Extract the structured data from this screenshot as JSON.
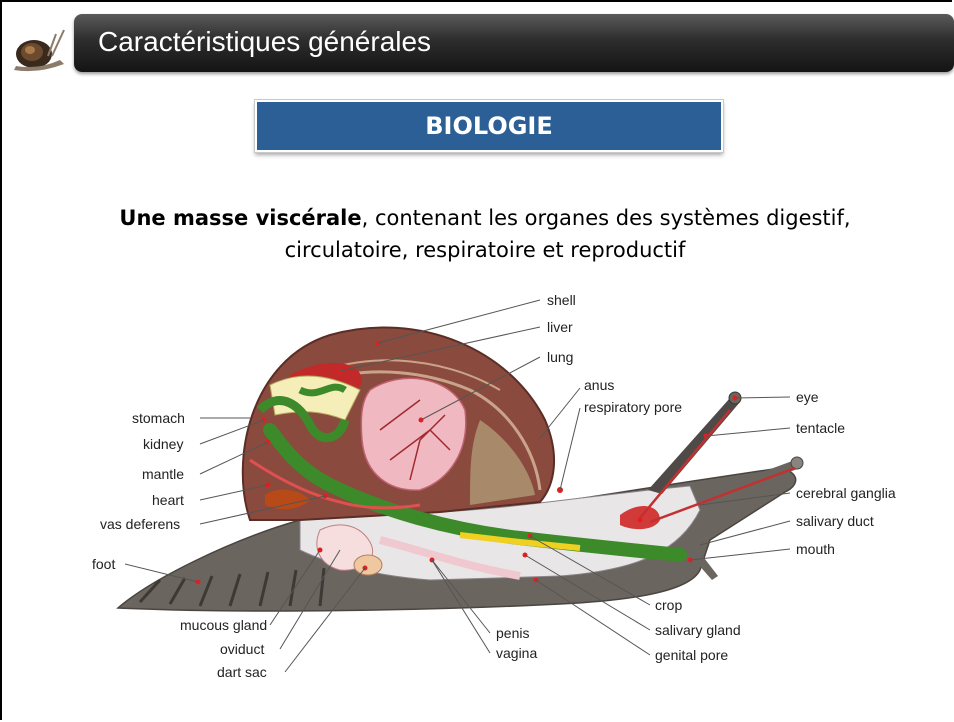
{
  "header": {
    "title": "Caractéristiques générales"
  },
  "section": {
    "title": "BIOLOGIE"
  },
  "intro": {
    "bold": "Une masse viscérale",
    "rest_line1": ", contenant les organes des systèmes digestif,",
    "line2": "circulatoire, respiratoire et reproductif"
  },
  "labels": {
    "shell": "shell",
    "liver": "liver",
    "lung": "lung",
    "anus": "anus",
    "respiratory_pore": "respiratory pore",
    "eye": "eye",
    "tentacle": "tentacle",
    "cerebral_ganglia": "cerebral ganglia",
    "salivary_duct": "salivary duct",
    "mouth": "mouth",
    "crop": "crop",
    "salivary_gland": "salivary gland",
    "genital_pore": "genital pore",
    "penis": "penis",
    "vagina": "vagina",
    "dart_sac": "dart sac",
    "oviduct": "oviduct",
    "mucous_gland": "mucous gland",
    "foot": "foot",
    "vas_deferens": "vas deferens",
    "heart": "heart",
    "mantle": "mantle",
    "kidney": "kidney",
    "stomach": "stomach"
  },
  "colors": {
    "title_bar": "#1e1e1e",
    "section_box": "#2b5f95",
    "shell": "#8a4a3e",
    "body": "#6b6560",
    "digestive": "#3d8a2a",
    "circulatory": "#d23a3a"
  }
}
